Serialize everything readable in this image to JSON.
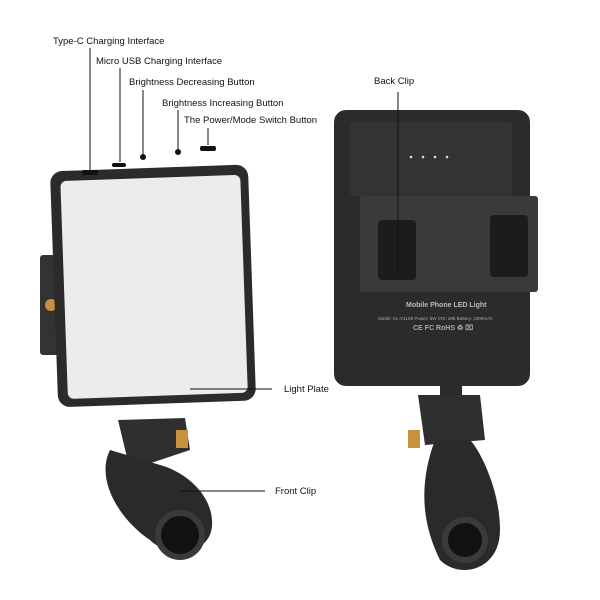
{
  "callouts": {
    "type_c": "Type-C Charging Interface",
    "micro_usb": "Micro USB Charging Interface",
    "brightness_down": "Brightness Decreasing Button",
    "brightness_up": "Brightness Increasing Button",
    "power_mode": "The Power/Mode Switch Button",
    "back_clip": "Back Clip",
    "light_plate": "Light Plate",
    "front_clip": "Front Clip"
  },
  "product_label": {
    "title": "Mobile Phone LED Light",
    "specs": "Model: CL-V11S8   Power: 5W   CRI: ≥95   Battery: 2000mAh",
    "certifications": "CE FC RoHS ♻ ⌧"
  },
  "colors": {
    "body": "#2b2b2b",
    "light_plate": "#ececec",
    "clip": "#3a3a3a",
    "accent_screw": "#c8923c"
  }
}
